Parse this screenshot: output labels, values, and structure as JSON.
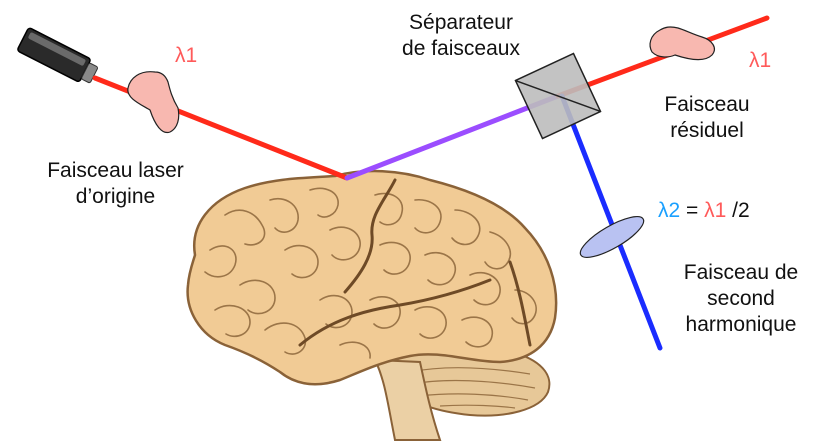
{
  "labels": {
    "lambda1_laser": "λ1",
    "lambda1_residual": "λ1",
    "splitter_line1": "Séparateur",
    "splitter_line2": "de faisceaux",
    "residual_line1": "Faisceau",
    "residual_line2": "résiduel",
    "origin_line1": "Faisceau laser",
    "origin_line2": "d’origine",
    "eq_lambda2": "λ2",
    "eq_equals": "=",
    "eq_lambda1": "λ1",
    "eq_div": "/2",
    "harmonic_line1": "Faisceau de",
    "harmonic_line2": "second",
    "harmonic_line3": "harmonique"
  },
  "colors": {
    "red_beam": "#ff2a1a",
    "purple_beam": "#9b4dff",
    "blue_beam": "#1a2cff",
    "lambda1_text": "#ff5a5a",
    "lambda2_text": "#1aa0ff",
    "red_pulse_fill": "#f8b8b0",
    "blue_pulse_fill": "#b9c2f2",
    "brain_fill": "#f1cb95",
    "brain_stroke": "#8a6238",
    "splitter_fill": "#bdbdbd"
  }
}
